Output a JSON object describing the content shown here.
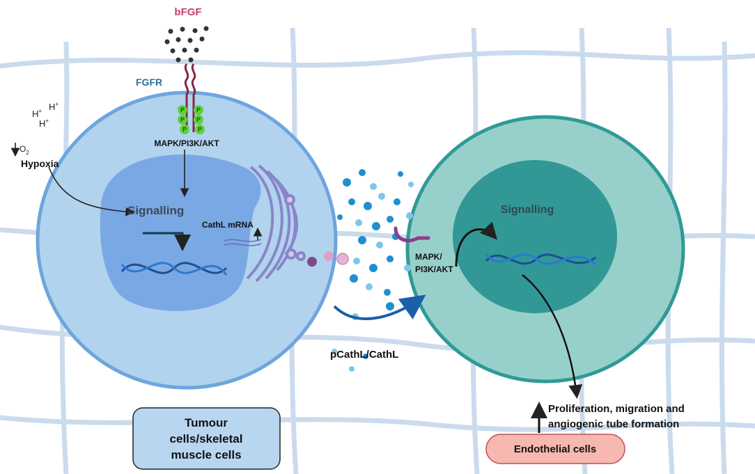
{
  "labels": {
    "bfgf": "bFGF",
    "fgfr": "FGFR",
    "h1": "H",
    "h2": "H",
    "h3": "H",
    "plus": "+",
    "o2_prefix": "O",
    "o2_sub": "2",
    "hypoxia": "Hypoxia",
    "pathway_left": "MAPK/PI3K/AKT",
    "signalling_left": "Signalling",
    "cathl_mrna": "CathL mRNA",
    "signalling_right": "Signalling",
    "pathway_right_1": "MAPK/",
    "pathway_right_2": "PI3K/AKT",
    "secreted": "pCathL/CathL",
    "phospho": "P",
    "tumour_box_1": "Tumour",
    "tumour_box_2": "cells/skeletal",
    "tumour_box_3": "muscle cells",
    "outcome_1": "Proliferation,  migration and",
    "outcome_2": "angiogenic tube formation",
    "endothelial": "Endothelial cells"
  },
  "colors": {
    "bfgf_text": "#c2416f",
    "fgfr_text": "#2b6f9a",
    "receptor": "#8a2346",
    "phospho": "#5fd23a",
    "tumour_cell": "#b1d3ee",
    "tumour_cell_border": "#6ea5de",
    "tumour_nucleus": "#7aa8e4",
    "endo_cell": "#97d0ca",
    "endo_cell_border": "#2f9a96",
    "endo_nucleus": "#319896",
    "dna": "#1e4e94",
    "golgi": "#8a84c8",
    "particle": "#1f8fcf",
    "tumour_box": "#b8d6ef",
    "endo_box": "#f6b8b0"
  }
}
